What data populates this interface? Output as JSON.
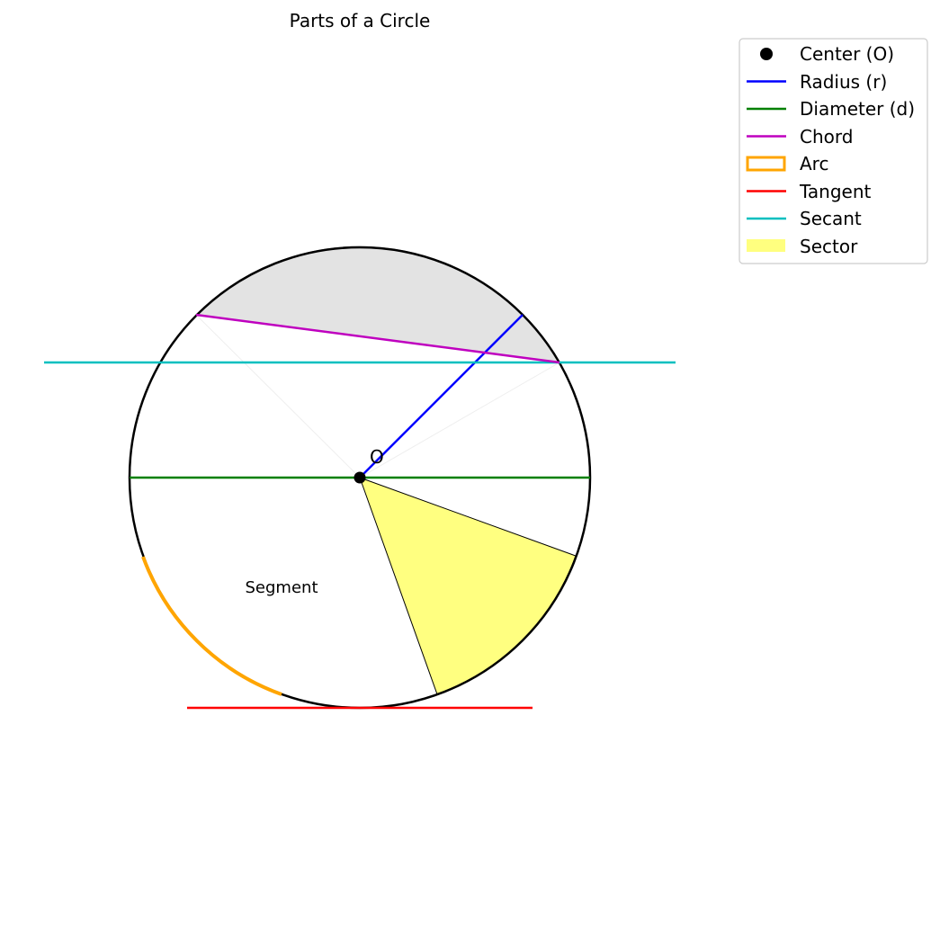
{
  "title": "Parts of a Circle",
  "center_label": "O",
  "segment_label": "Segment",
  "legend": {
    "location": "upper-right-outside",
    "items": [
      {
        "label": "Center (O)",
        "kind": "marker",
        "color": "#000000"
      },
      {
        "label": "Radius (r)",
        "kind": "line",
        "color": "#0000ff"
      },
      {
        "label": "Diameter (d)",
        "kind": "line",
        "color": "#008000"
      },
      {
        "label": "Chord",
        "kind": "line",
        "color": "#bf00bf"
      },
      {
        "label": "Arc",
        "kind": "outline-box",
        "color": "#ffa500"
      },
      {
        "label": "Tangent",
        "kind": "line",
        "color": "#ff0000"
      },
      {
        "label": "Secant",
        "kind": "line",
        "color": "#00bfbf"
      },
      {
        "label": "Sector",
        "kind": "filled-box",
        "color": "#ffff7f"
      }
    ]
  },
  "colors": {
    "circle": "#000000",
    "segment_fill": "#e3e3e3",
    "sector_fill": "#ffff80",
    "radius": "#0000ff",
    "diameter": "#008000",
    "chord": "#bf00bf",
    "arc": "#ffa500",
    "tangent": "#ff0000",
    "secant": "#00bfbf"
  }
}
